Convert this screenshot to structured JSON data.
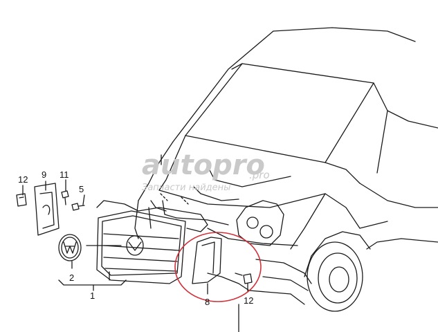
{
  "callouts": {
    "c1": "1",
    "c2": "2",
    "c5": "5",
    "c8": "8",
    "c9": "9",
    "c11": "11",
    "c12_left": "12",
    "c12_right": "12"
  },
  "watermark": {
    "brand": "autopro",
    "domain": ".pro",
    "tagline": "Запчасти найдены"
  },
  "colors": {
    "line": "#1a1a1a",
    "highlight": "#d0313b",
    "watermark": "#c9c9c9"
  }
}
